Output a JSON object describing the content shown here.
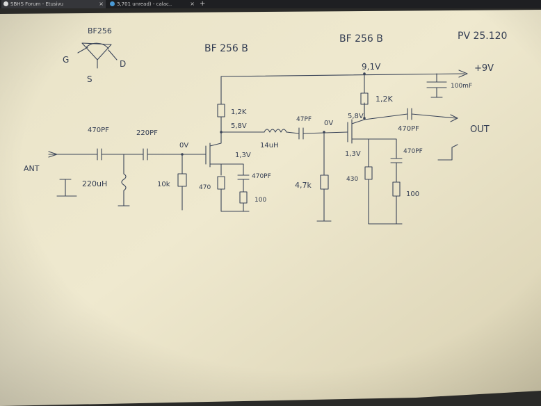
{
  "browser": {
    "tabs": [
      {
        "title": "SBHS Forum - Etusivu",
        "close": "×"
      },
      {
        "title": "3,701 unread) - calac..",
        "close": "×"
      }
    ],
    "new_tab": "+"
  },
  "schematic": {
    "pinout": {
      "part": "BF256",
      "gate": "G",
      "source": "S",
      "drain": "D"
    },
    "header": {
      "stage1": "BF 256 B",
      "stage2": "BF 256 B",
      "author": "PV 25.120"
    },
    "rails": {
      "supply_voltage": "9,1V",
      "supply_label": "+9V",
      "supply_cap": "100mF"
    },
    "input": {
      "ant": "ANT",
      "cap1": "470PF",
      "cap2": "220PF",
      "inductor": "220uH"
    },
    "stage1": {
      "gate_bias": "0V",
      "gate_res": "10k",
      "drain_res": "1,2K",
      "drain_voltage": "5,8V",
      "source_voltage": "1,3V",
      "source_res": "470",
      "bypass_cap": "470PF",
      "bypass_res": "100"
    },
    "coupling": {
      "inductor": "14uH",
      "cap": "47PF",
      "gate_bias": "0V",
      "gate_res": "4,7k"
    },
    "stage2": {
      "drain_res": "1,2K",
      "drain_voltage": "5,8V",
      "source_voltage": "1,3V",
      "source_res": "430",
      "bypass_cap": "470PF",
      "bypass_res": "100"
    },
    "output": {
      "cap": "470PF",
      "label": "OUT"
    }
  }
}
